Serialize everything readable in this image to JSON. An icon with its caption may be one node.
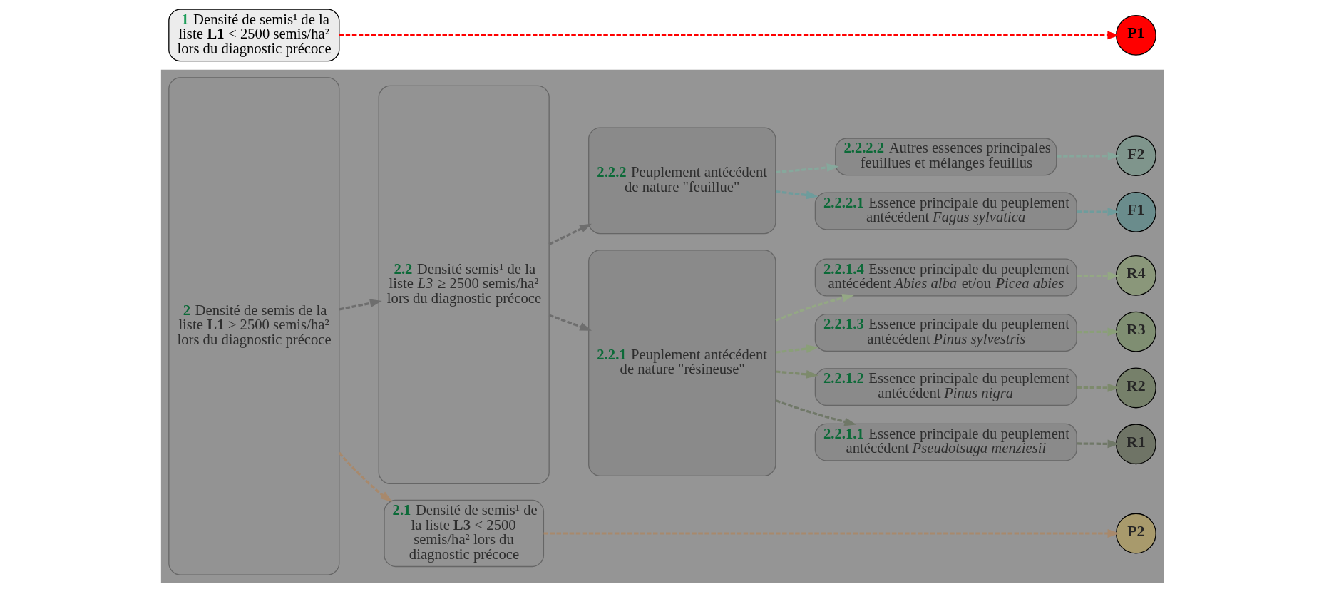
{
  "diagram": {
    "nodes": [
      {
        "text": [
          "**1** Densité de semis¹ de la liste **L1** < 2500 semis/ha² lors du diagnostic précoce"
        ]
      },
      {
        "text": [
          "P1"
        ]
      },
      {
        "text": [],
        "shape": "box"
      },
      {
        "text": [
          "**2** Densité de semis de la liste **L1** ≥ 2500 semis/ha² lors du diagnostic précoce"
        ],
        "in": 2
      },
      {
        "text": [
          "**2.1** Densité de semis¹ de la liste **L3** < 2500 semis/ha² lors du diagnostic précoce"
        ],
        "in": 2
      },
      {
        "text": [
          "P2"
        ],
        "in": 2
      },
      {
        "text": [
          "**2.2** Densité semis¹ de la liste *L3* ≥ 2500 semis/ha² lors du diagnostic précoce"
        ],
        "in": 2
      },
      {
        "text": [
          "**2.2.1** Peuplement antécédent de nature \"résineuse\""
        ],
        "in": 2
      },
      {
        "text": [
          "**2.2.2** Peuplement antécédent de nature \"feuillue\""
        ],
        "in": 2
      },
      {
        "text": [
          "**2.2.1.1** Essence principale du peuplement antécédent *Pseudotsuga menziesii*"
        ],
        "in": 2
      },
      {
        "text": [
          "**2.2.1.2** Essence principale du peuplement antécédent *Pinus nigra*"
        ],
        "in": 2
      },
      {
        "text": [
          "**2.2.1.3** Essence principale du peuplement antécédent *Pinus sylvestris*"
        ],
        "in": 2
      },
      {
        "text": [
          "**2.2.1.4** Essence principale du peuplement antécédent *Abies alba* et/ou *Picea abies*"
        ],
        "in": 2
      },
      {
        "text": [
          "**2.2.2.1** Essence principale du peuplement antécédent *Fagus sylvatica*"
        ],
        "in": 2
      },
      {
        "text": [
          "**2.2.2.2** Autres essences principales feuillues et mélanges feuillus"
        ],
        "in": 2
      },
      {
        "text": [
          "R1"
        ],
        "in": 2
      },
      {
        "text": [
          "R2"
        ],
        "in": 2
      },
      {
        "text": [
          "R3"
        ],
        "in": 2
      },
      {
        "text": [
          "R4"
        ],
        "in": 2
      },
      {
        "text": [
          "F1"
        ],
        "in": 2
      },
      {
        "text": [
          "F2"
        ],
        "in": 2
      }
    ],
    "edges": [
      {
        "from": 0,
        "to": 1,
        "arrow": "to",
        "style": "dashed",
        "color": "#ff0000"
      },
      {
        "from": 3,
        "to": 4,
        "arrow": "to",
        "style": "dashed",
        "color": "#a8896c"
      },
      {
        "from": 4,
        "to": 5,
        "arrow": "to",
        "style": "dashed",
        "color": "#a8896c"
      },
      {
        "from": 3,
        "to": 6,
        "arrow": "to",
        "style": "dashed"
      },
      {
        "from": 6,
        "to": 7,
        "arrow": "to",
        "style": "dashed"
      },
      {
        "from": 6,
        "to": 8,
        "arrow": "to",
        "style": "dashed"
      },
      {
        "from": 7,
        "to": 9,
        "arrow": "to",
        "style": "dashed",
        "color": "#707868"
      },
      {
        "from": 7,
        "to": 10,
        "arrow": "to",
        "style": "dashed",
        "color": "#7d8a6c"
      },
      {
        "from": 7,
        "to": 11,
        "arrow": "to",
        "style": "dashed",
        "color": "#8a9f78"
      },
      {
        "from": 7,
        "to": 12,
        "arrow": "to",
        "style": "dashed",
        "color": "#94a884"
      },
      {
        "from": 8,
        "to": 13,
        "arrow": "to",
        "style": "dashed",
        "color": "#6e9c9c"
      },
      {
        "from": 8,
        "to": 14,
        "arrow": "to",
        "style": "dashed",
        "color": "#86a89c"
      },
      {
        "from": 9,
        "to": 15,
        "arrow": "to",
        "style": "dashed",
        "color": "#707868"
      },
      {
        "from": 10,
        "to": 16,
        "arrow": "to",
        "style": "dashed",
        "color": "#7d8a6c"
      },
      {
        "from": 11,
        "to": 17,
        "arrow": "to",
        "style": "dashed",
        "color": "#8a9f78"
      },
      {
        "from": 12,
        "to": 18,
        "arrow": "to",
        "style": "dashed",
        "color": "#94a884"
      },
      {
        "from": 13,
        "to": 19,
        "arrow": "to",
        "style": "dashed",
        "color": "#6e9c9c"
      },
      {
        "from": 14,
        "to": 20,
        "arrow": "to",
        "style": "dashed",
        "color": "#86a89c"
      }
    ]
  }
}
